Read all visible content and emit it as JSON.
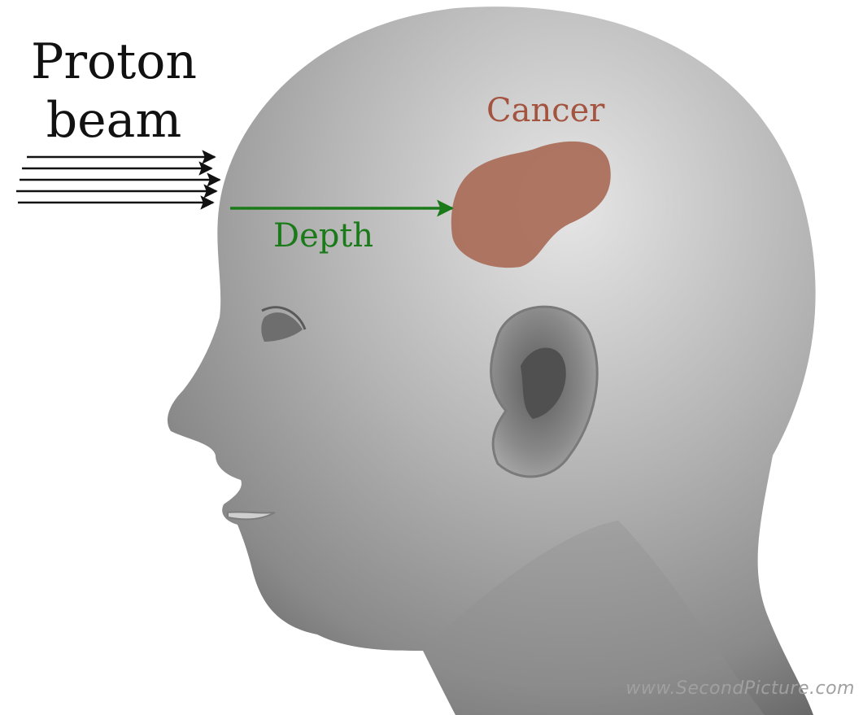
{
  "diagram": {
    "beam_label_line1": "Proton",
    "beam_label_line2": "beam",
    "cancer_label": "Cancer",
    "depth_label": "Depth",
    "beam_arrow_count": 5
  },
  "watermark": {
    "text": "www.SecondPicture.com"
  },
  "colors": {
    "text": "#111111",
    "cancer": "#a4533f",
    "cancer_fill": "#a86b57",
    "depth": "#1a7a1a",
    "head_light": "#e2e2e2",
    "head_mid": "#a9a9a9",
    "head_dark": "#5c5c5c",
    "watermark": "#a0a0a0"
  },
  "icons": {
    "head": "human-head-profile",
    "tumor": "tumor-blob",
    "beam": "parallel-arrows",
    "depth": "depth-arrow"
  }
}
